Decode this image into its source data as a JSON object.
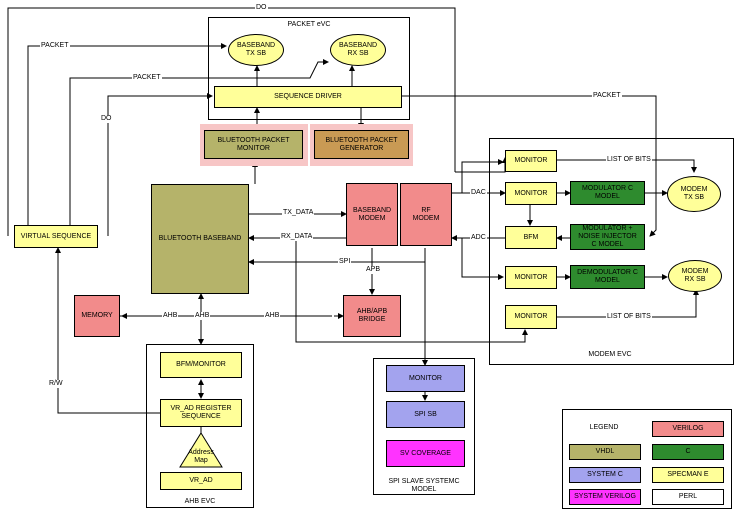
{
  "packet_evc": {
    "title": "PACKET eVC",
    "baseband_tx_sb": "BASEBAND\nTX SB",
    "baseband_rx_sb": "BASEBAND\nRX SB",
    "sequence_driver": "SEQUENCE DRIVER",
    "bt_packet_monitor": "BLUETOOTH PACKET\nMONITOR",
    "bt_packet_generator": "BLUETOOTH PACKET\nGENERATOR"
  },
  "virtual_sequence": "VIRTUAL SEQUENCE",
  "bluetooth_baseband": "BLUETOOTH BASEBAND",
  "baseband_modem": "BASEBAND\nMODEM",
  "rf_modem": "RF\nMODEM",
  "memory": "MEMORY",
  "ahb_apb_bridge": "AHB/APB\nBRIDGE",
  "ahb_evc": {
    "title": "AHB EVC",
    "bfm_monitor": "BFM/MONITOR",
    "vr_ad_register_sequence": "VR_AD REGISTER\nSEQUENCE",
    "address_map": "Address\nMap",
    "vr_ad": "VR_AD"
  },
  "spi_slave": {
    "title": "SPI SLAVE SYSTEMC\nMODEL",
    "monitor": "MONITOR",
    "spi_sb": "SPI SB",
    "sv_coverage": "SV COVERAGE"
  },
  "modem_evc": {
    "title": "MODEM EVC",
    "monitor_1": "MONITOR",
    "monitor_2": "MONITOR",
    "bfm": "BFM",
    "monitor_3": "MONITOR",
    "monitor_4": "MONITOR",
    "modulator_c_model": "MODULATOR C\nMODEL",
    "modulator_noise_injector": "MODULATOR +\nNOISE INJECTOR\nC MODEL",
    "demodulator_c_model": "DEMODULATOR C\nMODEL",
    "modem_tx_sb": "MODEM\nTX SB",
    "modem_rx_sb": "MODEM\nRX SB"
  },
  "wire_labels": {
    "do_top": "DO",
    "packet_1": "PACKET",
    "packet_2": "PACKET",
    "do_mid": "DO",
    "packet_right": "PACKET",
    "tx_data": "TX_DATA",
    "rx_data": "RX_DATA",
    "spi": "SPI",
    "apb": "APB",
    "dac": "DAC",
    "adc": "ADC",
    "list_of_bits_1": "LIST OF BITS",
    "list_of_bits_2": "LIST OF BITS",
    "ahb_left": "AHB",
    "ahb_mid": "AHB",
    "ahb_right": "AHB",
    "rw": "R/W"
  },
  "legend": {
    "title": "LEGEND",
    "items": [
      "VERILOG",
      "VHDL",
      "C",
      "SYSTEM C",
      "SPECMAN E",
      "SYSTEM VERILOG",
      "PERL"
    ],
    "colors": {
      "verilog": "#f28b8b",
      "vhdl": "#b5b36a",
      "c": "#2e8b2e",
      "system_c": "#a3a3ee",
      "specman_e": "#ffff99",
      "system_verilog": "#ff33ff",
      "perl": "#ffffff"
    }
  }
}
